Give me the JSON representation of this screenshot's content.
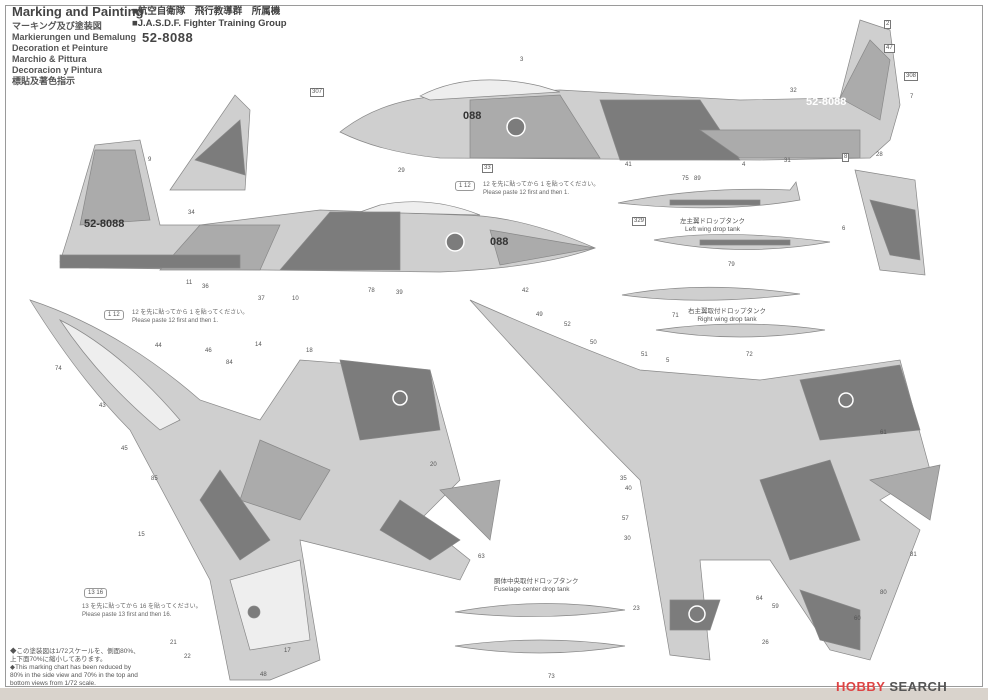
{
  "header": {
    "title": "Marking and Painting",
    "subtitles": [
      "マーキング及び塗装図",
      "Markierungen und Bemalung",
      "Decoration et Peinture",
      "Marchio & Pittura",
      "Decoracion y Pintura",
      "標貼及著色指示"
    ],
    "unit_jp": "■航空自衛隊　飛行教導群　所属機",
    "unit_en": "■J.A.S.D.F. Fighter Training Group",
    "serial": "52-8088"
  },
  "aircraft": {
    "nose_number": "088",
    "tail_serial": "52-8088"
  },
  "paste_notes": [
    {
      "boxes": [
        "1",
        "12"
      ],
      "jp": "12 を先に貼ってから 1 を貼ってください。",
      "en": "Please paste 12 first and then 1."
    },
    {
      "boxes": [
        "1",
        "12"
      ],
      "jp": "12 を先に貼ってから 1 を貼ってください。",
      "en": "Please paste 12 first and then 1."
    },
    {
      "boxes": [
        "13",
        "16"
      ],
      "jp": "13 を先に貼ってから 16 を貼ってください。",
      "en": "Please paste 13 first and then 16."
    }
  ],
  "tanks": {
    "left_jp": "左主翼ドロップタンク",
    "left_en": "Left wing drop tank",
    "right_jp": "右主翼取付ドロップタンク",
    "right_en": "Right wing drop tank",
    "center_jp": "胴体中央取付ドロップタンク",
    "center_en": "Fuselage center drop tank"
  },
  "scale_note": {
    "jp": "◆この塗装図は1/72スケールを、側面80%、上下面70%に縮小してあります。",
    "en": "◆This marking chart has been reduced by 80% in the side view and 70% in the top and bottom views from 1/72 scale."
  },
  "callouts": [
    "307",
    "2",
    "47",
    "308",
    "8",
    "3",
    "33",
    "32",
    "7",
    "29",
    "31",
    "28",
    "41",
    "4",
    "34",
    "78",
    "11",
    "36",
    "37",
    "10",
    "39",
    "49",
    "42",
    "52",
    "50",
    "51",
    "5",
    "84",
    "14",
    "18",
    "46",
    "44",
    "74",
    "43",
    "45",
    "85",
    "15",
    "20",
    "63",
    "17",
    "48",
    "26",
    "59",
    "60",
    "61",
    "64",
    "80",
    "81",
    "23",
    "75",
    "89",
    "329",
    "79",
    "71",
    "72",
    "73",
    "6",
    "57",
    "40",
    "35",
    "9",
    "30",
    "21",
    "22",
    "1",
    "12",
    "13",
    "16"
  ],
  "colors": {
    "light_gray": "#cfcfcf",
    "medium_gray": "#ababab",
    "dark_gray": "#7c7c7c",
    "watermark_accent": "#dd4444"
  },
  "watermark": {
    "logo": "HOBBY",
    "text": "SEARCH"
  }
}
